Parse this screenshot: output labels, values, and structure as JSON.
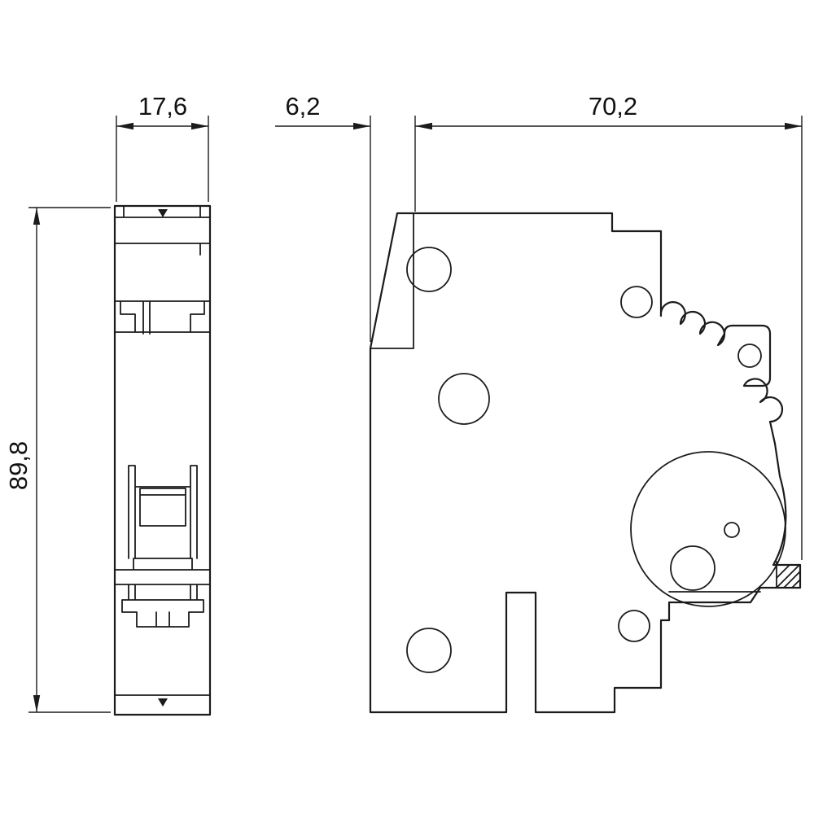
{
  "drawing": {
    "kind": "dimensioned-technical-drawing",
    "views": [
      "front-view",
      "side-view"
    ],
    "background_color": "#ffffff",
    "line_color": "#1b1b1b"
  },
  "dimensions": {
    "width": "17,6",
    "front_depth": "6,2",
    "body_depth": "70,2",
    "height": "89,8"
  }
}
